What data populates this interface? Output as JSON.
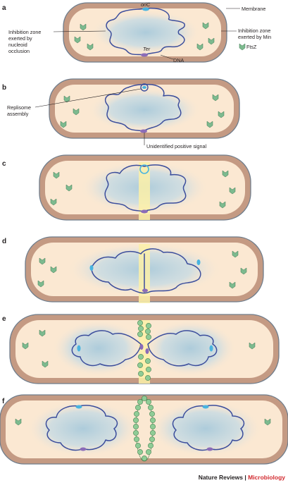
{
  "panels": [
    "a",
    "b",
    "c",
    "d",
    "e",
    "f"
  ],
  "labels": {
    "oric": "oriC",
    "membrane": "Membrane",
    "nucleoid_occlusion": [
      "Inhibition zone",
      "exerted by",
      "nucleoid",
      "occlusion"
    ],
    "min_zone": [
      "Inhibition zone",
      "exerted by Min"
    ],
    "ftsz": "FtsZ",
    "ter": "Ter",
    "dna": "DNA",
    "replisome": [
      "Replisome",
      "assembly"
    ],
    "positive_signal": "Unidentified positive signal"
  },
  "footer": {
    "journal": "Nature Reviews",
    "separator": " | ",
    "section": "Microbiology"
  },
  "colors": {
    "membrane_outer": "#c49a83",
    "cytoplasm": "#fbe8d2",
    "nucleoid": "#b9d6e4",
    "dna": "#3b4d9c",
    "ftsz": "#7dba8f",
    "oric": "#49b4e0",
    "ter": "#8b6cb8",
    "positive_signal_zone": "#fbf0a8",
    "footer_journal": "#231f20",
    "footer_section": "#d22a2f"
  }
}
